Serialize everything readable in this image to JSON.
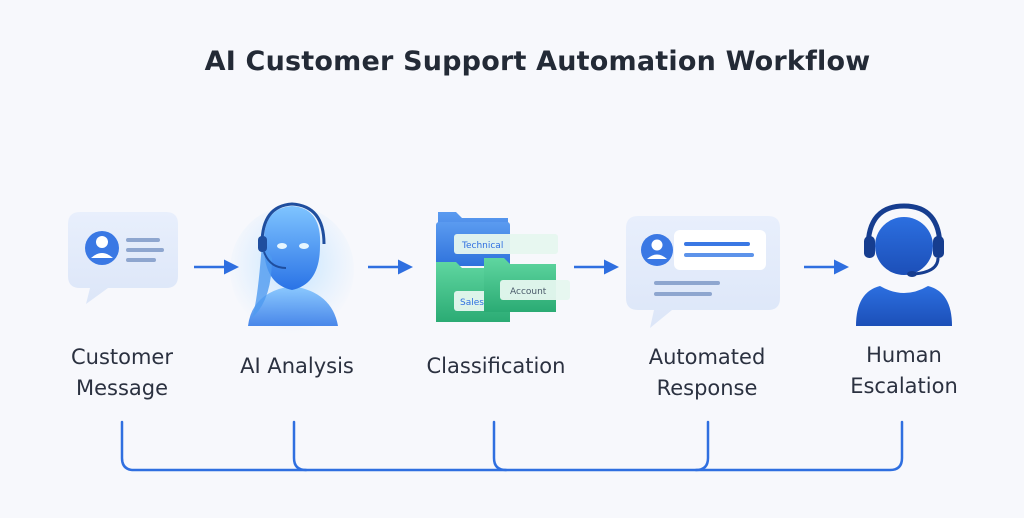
{
  "title": "AI Customer Support Automation Workflow",
  "steps": [
    {
      "id": "customer-message",
      "lines": [
        "Customer",
        "Message"
      ],
      "icon": "chat-bubble-user-icon"
    },
    {
      "id": "ai-analysis",
      "lines": [
        "AI Analysis"
      ],
      "icon": "ai-agent-headset-icon"
    },
    {
      "id": "classification",
      "lines": [
        "Classification"
      ],
      "icon": "folders-icon"
    },
    {
      "id": "automated-response",
      "lines": [
        "Automated",
        "Response"
      ],
      "icon": "response-card-icon"
    },
    {
      "id": "human-escalation",
      "lines": [
        "Human",
        "Escalation"
      ],
      "icon": "human-agent-headset-icon"
    }
  ],
  "folders": {
    "technical": "Technical",
    "account": "Account",
    "sales": "Sales"
  },
  "colors": {
    "accent": "#2f6fe0",
    "blue_light": "#dfe9fb",
    "green": "#3cc48a",
    "text": "#2b3140"
  }
}
